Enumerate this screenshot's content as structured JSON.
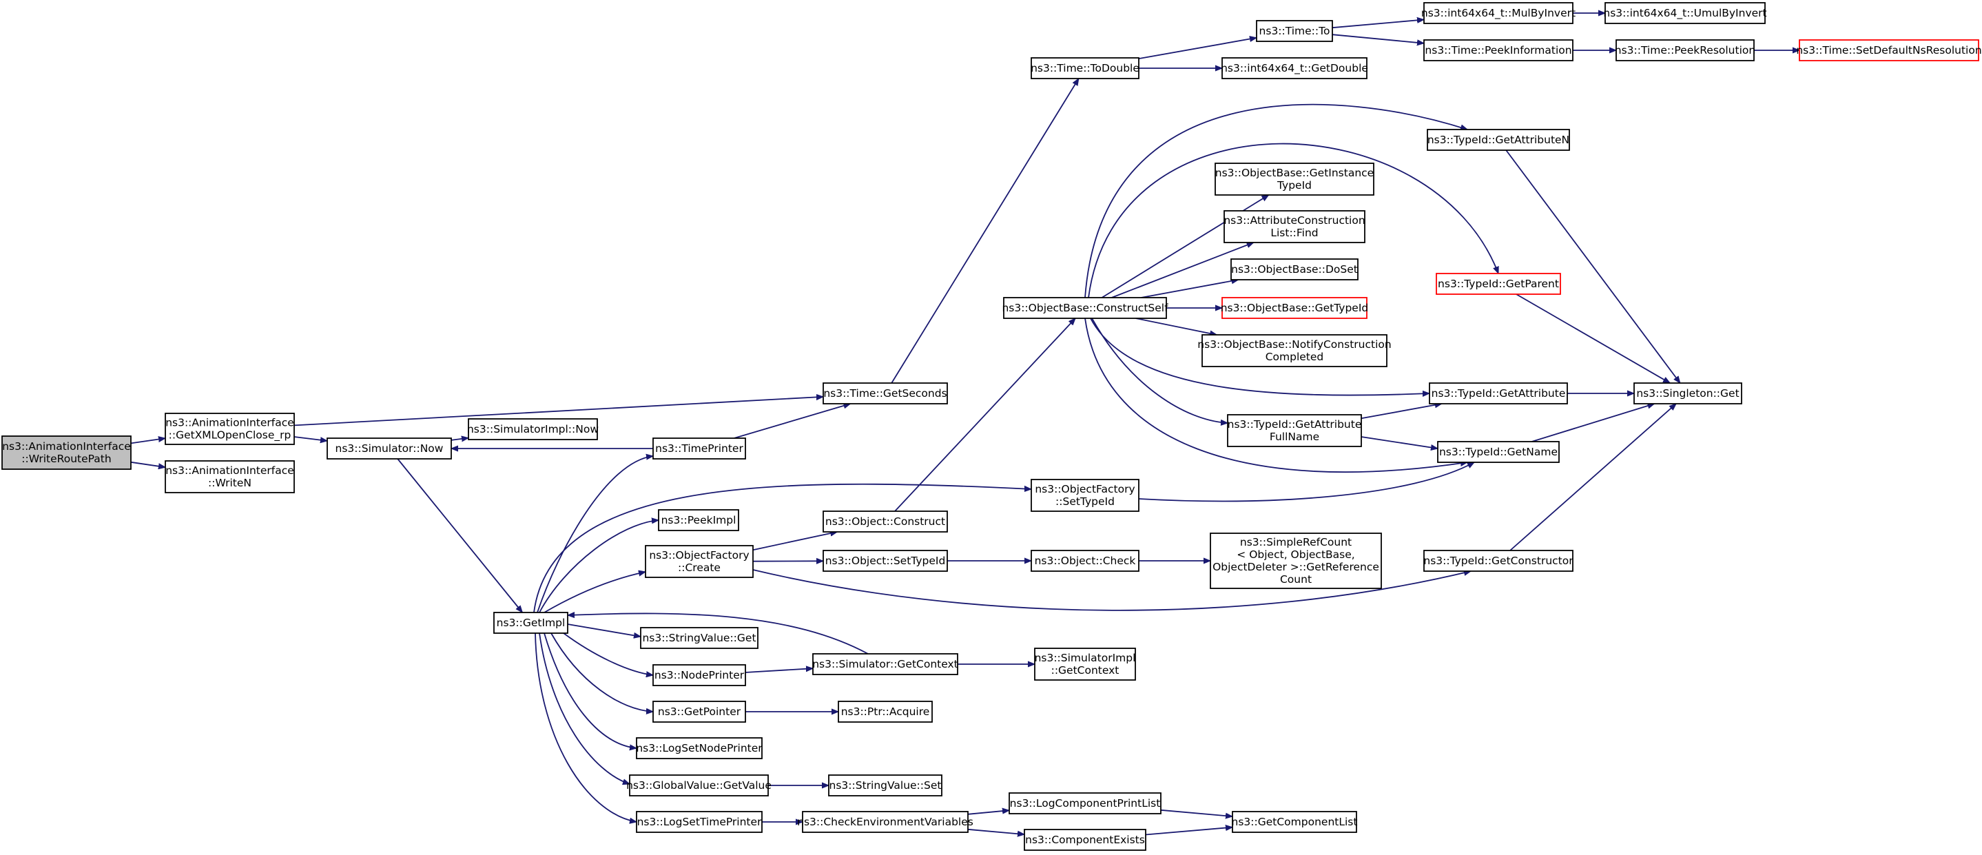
{
  "graph": {
    "type": "call-graph",
    "root": "write_route_path",
    "nodes": [
      {
        "id": "write_route_path",
        "lines": [
          "ns3::AnimationInterface",
          "::WriteRoutePath"
        ],
        "style": "root"
      },
      {
        "id": "get_xml_open_close_rp",
        "lines": [
          "ns3::AnimationInterface",
          "::GetXMLOpenClose_rp"
        ]
      },
      {
        "id": "write_n",
        "lines": [
          "ns3::AnimationInterface",
          "::WriteN"
        ]
      },
      {
        "id": "simulator_now",
        "lines": [
          "ns3::Simulator::Now"
        ]
      },
      {
        "id": "simulatorimpl_now",
        "lines": [
          "ns3::SimulatorImpl::Now"
        ]
      },
      {
        "id": "get_impl",
        "lines": [
          "ns3::GetImpl"
        ]
      },
      {
        "id": "time_printer",
        "lines": [
          "ns3::TimePrinter"
        ]
      },
      {
        "id": "peek_impl",
        "lines": [
          "ns3::PeekImpl"
        ]
      },
      {
        "id": "object_factory_create",
        "lines": [
          "ns3::ObjectFactory",
          "::Create"
        ]
      },
      {
        "id": "string_value_get",
        "lines": [
          "ns3::StringValue::Get"
        ]
      },
      {
        "id": "node_printer",
        "lines": [
          "ns3::NodePrinter"
        ]
      },
      {
        "id": "get_pointer",
        "lines": [
          "ns3::GetPointer"
        ]
      },
      {
        "id": "log_set_node_printer",
        "lines": [
          "ns3::LogSetNodePrinter"
        ]
      },
      {
        "id": "global_value_get_value",
        "lines": [
          "ns3::GlobalValue::GetValue"
        ]
      },
      {
        "id": "log_set_time_printer",
        "lines": [
          "ns3::LogSetTimePrinter"
        ]
      },
      {
        "id": "time_get_seconds",
        "lines": [
          "ns3::Time::GetSeconds"
        ]
      },
      {
        "id": "object_construct",
        "lines": [
          "ns3::Object::Construct"
        ]
      },
      {
        "id": "object_set_type_id",
        "lines": [
          "ns3::Object::SetTypeId"
        ]
      },
      {
        "id": "simulator_get_context",
        "lines": [
          "ns3::Simulator::GetContext"
        ]
      },
      {
        "id": "ptr_acquire",
        "lines": [
          "ns3::Ptr::Acquire"
        ]
      },
      {
        "id": "string_value_set",
        "lines": [
          "ns3::StringValue::Set"
        ]
      },
      {
        "id": "check_environment_variables",
        "lines": [
          "ns3::CheckEnvironmentVariables"
        ]
      },
      {
        "id": "time_to_double",
        "lines": [
          "ns3::Time::ToDouble"
        ]
      },
      {
        "id": "object_base_construct_self",
        "lines": [
          "ns3::ObjectBase::ConstructSelf"
        ]
      },
      {
        "id": "object_factory_set_type_id",
        "lines": [
          "ns3::ObjectFactory",
          "::SetTypeId"
        ]
      },
      {
        "id": "object_check",
        "lines": [
          "ns3::Object::Check"
        ]
      },
      {
        "id": "simulatorimpl_get_context",
        "lines": [
          "ns3::SimulatorImpl",
          "::GetContext"
        ]
      },
      {
        "id": "log_component_print_list",
        "lines": [
          "ns3::LogComponentPrintList"
        ]
      },
      {
        "id": "component_exists",
        "lines": [
          "ns3::ComponentExists"
        ]
      },
      {
        "id": "time_to",
        "lines": [
          "ns3::Time::To"
        ]
      },
      {
        "id": "int64x64_get_double",
        "lines": [
          "ns3::int64x64_t::GetDouble"
        ]
      },
      {
        "id": "object_base_get_instance_type_id",
        "lines": [
          "ns3::ObjectBase::GetInstance",
          "TypeId"
        ]
      },
      {
        "id": "attribute_construction_list_find",
        "lines": [
          "ns3::AttributeConstruction",
          "List::Find"
        ]
      },
      {
        "id": "object_base_do_set",
        "lines": [
          "ns3::ObjectBase::DoSet"
        ]
      },
      {
        "id": "object_base_get_type_id",
        "lines": [
          "ns3::ObjectBase::GetTypeId"
        ],
        "style": "truncated"
      },
      {
        "id": "object_base_notify_construction_completed",
        "lines": [
          "ns3::ObjectBase::NotifyConstruction",
          "Completed"
        ]
      },
      {
        "id": "type_id_get_attribute_full_name",
        "lines": [
          "ns3::TypeId::GetAttribute",
          "FullName"
        ]
      },
      {
        "id": "simple_ref_count_get_reference_count",
        "lines": [
          "ns3::SimpleRefCount",
          "< Object, ObjectBase,",
          " ObjectDeleter >::GetReference",
          "Count"
        ]
      },
      {
        "id": "get_component_list",
        "lines": [
          "ns3::GetComponentList"
        ]
      },
      {
        "id": "int64x64_mul_by_invert",
        "lines": [
          "ns3::int64x64_t::MulByInvert"
        ]
      },
      {
        "id": "time_peek_information",
        "lines": [
          "ns3::Time::PeekInformation"
        ]
      },
      {
        "id": "type_id_get_attribute_n",
        "lines": [
          "ns3::TypeId::GetAttributeN"
        ]
      },
      {
        "id": "type_id_get_parent",
        "lines": [
          "ns3::TypeId::GetParent"
        ],
        "style": "truncated"
      },
      {
        "id": "type_id_get_attribute",
        "lines": [
          "ns3::TypeId::GetAttribute"
        ]
      },
      {
        "id": "type_id_get_name",
        "lines": [
          "ns3::TypeId::GetName"
        ]
      },
      {
        "id": "type_id_get_constructor",
        "lines": [
          "ns3::TypeId::GetConstructor"
        ]
      },
      {
        "id": "int64x64_umul_by_invert",
        "lines": [
          "ns3::int64x64_t::UmulByInvert"
        ]
      },
      {
        "id": "time_peek_resolution",
        "lines": [
          "ns3::Time::PeekResolution"
        ]
      },
      {
        "id": "singleton_get",
        "lines": [
          "ns3::Singleton::Get"
        ]
      },
      {
        "id": "time_set_default_ns_resolution",
        "lines": [
          "ns3::Time::SetDefaultNsResolution"
        ],
        "style": "truncated"
      }
    ],
    "edges": [
      {
        "from": "write_route_path",
        "to": "get_xml_open_close_rp"
      },
      {
        "from": "write_route_path",
        "to": "write_n"
      },
      {
        "from": "get_xml_open_close_rp",
        "to": "simulator_now"
      },
      {
        "from": "get_xml_open_close_rp",
        "to": "time_get_seconds"
      },
      {
        "from": "simulator_now",
        "to": "simulatorimpl_now"
      },
      {
        "from": "simulator_now",
        "to": "get_impl"
      },
      {
        "from": "time_printer",
        "to": "simulator_now"
      },
      {
        "from": "time_printer",
        "to": "time_get_seconds"
      },
      {
        "from": "get_impl",
        "to": "time_printer"
      },
      {
        "from": "get_impl",
        "to": "peek_impl"
      },
      {
        "from": "get_impl",
        "to": "object_factory_create"
      },
      {
        "from": "get_impl",
        "to": "string_value_get"
      },
      {
        "from": "get_impl",
        "to": "node_printer"
      },
      {
        "from": "get_impl",
        "to": "get_pointer"
      },
      {
        "from": "get_impl",
        "to": "log_set_node_printer"
      },
      {
        "from": "get_impl",
        "to": "global_value_get_value"
      },
      {
        "from": "get_impl",
        "to": "log_set_time_printer"
      },
      {
        "from": "get_impl",
        "to": "object_factory_set_type_id"
      },
      {
        "from": "simulator_get_context",
        "to": "get_impl"
      },
      {
        "from": "object_factory_create",
        "to": "object_construct"
      },
      {
        "from": "object_factory_create",
        "to": "object_set_type_id"
      },
      {
        "from": "object_factory_create",
        "to": "type_id_get_constructor"
      },
      {
        "from": "node_printer",
        "to": "simulator_get_context"
      },
      {
        "from": "get_pointer",
        "to": "ptr_acquire"
      },
      {
        "from": "global_value_get_value",
        "to": "string_value_set"
      },
      {
        "from": "log_set_time_printer",
        "to": "check_environment_variables"
      },
      {
        "from": "time_get_seconds",
        "to": "time_to_double"
      },
      {
        "from": "object_construct",
        "to": "object_base_construct_self"
      },
      {
        "from": "object_set_type_id",
        "to": "object_check"
      },
      {
        "from": "simulator_get_context",
        "to": "simulatorimpl_get_context"
      },
      {
        "from": "check_environment_variables",
        "to": "log_component_print_list"
      },
      {
        "from": "check_environment_variables",
        "to": "component_exists"
      },
      {
        "from": "time_to_double",
        "to": "time_to"
      },
      {
        "from": "time_to_double",
        "to": "int64x64_get_double"
      },
      {
        "from": "object_base_construct_self",
        "to": "object_base_get_instance_type_id"
      },
      {
        "from": "object_base_construct_self",
        "to": "attribute_construction_list_find"
      },
      {
        "from": "object_base_construct_self",
        "to": "object_base_do_set"
      },
      {
        "from": "object_base_construct_self",
        "to": "object_base_get_type_id"
      },
      {
        "from": "object_base_construct_self",
        "to": "object_base_notify_construction_completed"
      },
      {
        "from": "object_base_construct_self",
        "to": "type_id_get_attribute_full_name"
      },
      {
        "from": "object_base_construct_self",
        "to": "type_id_get_attribute_n"
      },
      {
        "from": "object_base_construct_self",
        "to": "type_id_get_parent"
      },
      {
        "from": "object_base_construct_self",
        "to": "type_id_get_attribute"
      },
      {
        "from": "object_base_construct_self",
        "to": "type_id_get_name"
      },
      {
        "from": "object_factory_set_type_id",
        "to": "type_id_get_name"
      },
      {
        "from": "object_check",
        "to": "simple_ref_count_get_reference_count"
      },
      {
        "from": "log_component_print_list",
        "to": "get_component_list"
      },
      {
        "from": "component_exists",
        "to": "get_component_list"
      },
      {
        "from": "time_to",
        "to": "int64x64_mul_by_invert"
      },
      {
        "from": "time_to",
        "to": "time_peek_information"
      },
      {
        "from": "int64x64_mul_by_invert",
        "to": "int64x64_umul_by_invert"
      },
      {
        "from": "time_peek_information",
        "to": "time_peek_resolution"
      },
      {
        "from": "time_peek_resolution",
        "to": "time_set_default_ns_resolution"
      },
      {
        "from": "type_id_get_attribute_full_name",
        "to": "type_id_get_attribute"
      },
      {
        "from": "type_id_get_attribute_full_name",
        "to": "type_id_get_name"
      },
      {
        "from": "type_id_get_attribute_n",
        "to": "singleton_get"
      },
      {
        "from": "type_id_get_parent",
        "to": "singleton_get"
      },
      {
        "from": "type_id_get_attribute",
        "to": "singleton_get"
      },
      {
        "from": "type_id_get_name",
        "to": "singleton_get"
      },
      {
        "from": "type_id_get_constructor",
        "to": "singleton_get"
      }
    ]
  },
  "colors": {
    "edge": "#191970",
    "node_border": "#000000",
    "root_fill": "#bfbfbf",
    "truncated_border": "#ff0000"
  }
}
